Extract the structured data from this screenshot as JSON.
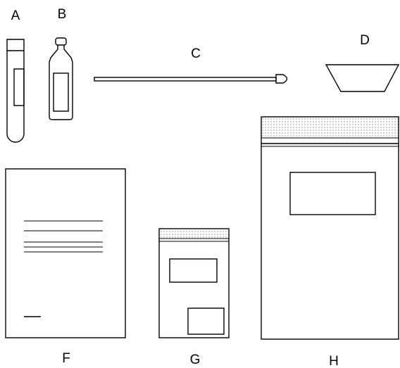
{
  "labels": {
    "a": "A",
    "b": "B",
    "c": "C",
    "d": "D",
    "f": "F",
    "g": "G",
    "h": "H"
  },
  "colors": {
    "stroke": "#000000",
    "background": "#ffffff",
    "seal_dots": "#000000"
  }
}
